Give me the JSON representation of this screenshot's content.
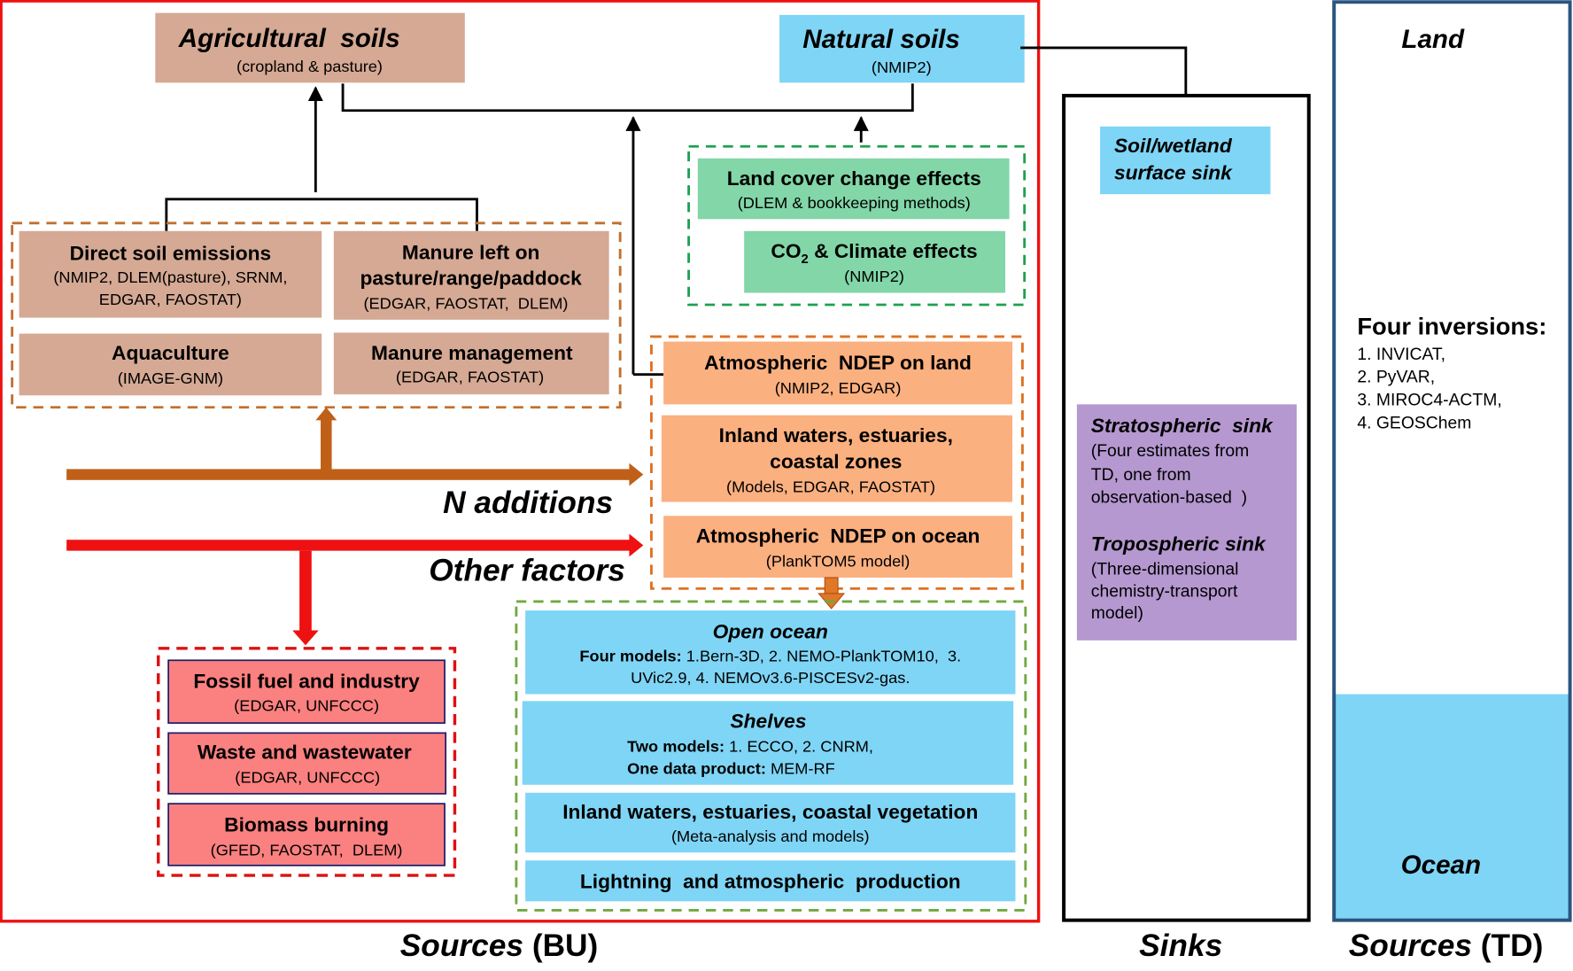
{
  "figure": {
    "panels": {
      "sources_bu": "Sources (BU)",
      "sinks": "Sinks",
      "sources_td_main": "Sources ",
      "sources_td_paren": "(TD)"
    },
    "top_boxes": {
      "agricultural_soils": {
        "title": "Agricultural  soils",
        "subtitle": "(cropland & pasture)"
      },
      "natural_soils": {
        "title": "Natural soils",
        "subtitle": "(NMIP2)"
      }
    },
    "agri_group": [
      {
        "title": "Direct soil emissions",
        "lines": [
          "(NMIP2, DLEM(pasture), SRNM,",
          "EDGAR, FAOSTAT)"
        ]
      },
      {
        "title": "Manure left on",
        "title2": "pasture/range/paddock",
        "lines": [
          "(EDGAR, FAOSTAT,  DLEM)"
        ]
      },
      {
        "title": "Aquaculture",
        "lines": [
          "(IMAGE-GNM)"
        ]
      },
      {
        "title": "Manure management",
        "lines": [
          "(EDGAR, FAOSTAT)"
        ]
      }
    ],
    "natural_group": [
      {
        "title": "Land cover change effects",
        "lines": [
          "(DLEM & bookkeeping methods)"
        ]
      },
      {
        "title_pre": "CO",
        "title_sub": "2",
        "title_post": " & Climate effects",
        "lines": [
          "(NMIP2)"
        ]
      }
    ],
    "ndep_group": [
      {
        "title": "Atmospheric  NDEP on land",
        "lines": [
          "(NMIP2, EDGAR)"
        ]
      },
      {
        "title": "Inland waters, estuaries,",
        "title2": "coastal zones",
        "lines": [
          "(Models, EDGAR, FAOSTAT)"
        ]
      },
      {
        "title": "Atmospheric  NDEP on ocean",
        "lines": [
          "(PlankTOM5 model)"
        ]
      }
    ],
    "flow_labels": {
      "n_additions": "N additions",
      "other_factors": "Other factors"
    },
    "other_group": [
      {
        "title": "Fossil fuel and industry",
        "lines": [
          "(EDGAR, UNFCCC)"
        ]
      },
      {
        "title": "Waste and wastewater",
        "lines": [
          "(EDGAR, UNFCCC)"
        ]
      },
      {
        "title": "Biomass burning",
        "lines": [
          "(GFED, FAOSTAT,  DLEM)"
        ]
      }
    ],
    "ocean_group": [
      {
        "title": "Open ocean",
        "line1_bold": "Four models:",
        "line1_rest": " 1.Bern-3D, 2. NEMO-PlankTOM10,  3.",
        "line2": "UVic2.9, 4. NEMOv3.6-PISCESv2-gas."
      },
      {
        "title": "Shelves",
        "line1_bold": "Two models:",
        "line1_rest": " 1. ECCO, 2. CNRM,",
        "line2_bold": "One data product:",
        "line2_rest": " MEM-RF"
      },
      {
        "title": "Inland waters, estuaries, coastal vegetation",
        "lines": [
          "(Meta-analysis and models)"
        ]
      },
      {
        "title": "Lightning  and atmospheric  production"
      }
    ],
    "sinks": {
      "soil_sink": {
        "line1": "Soil/wetland",
        "line2": "surface sink"
      },
      "strat": {
        "title": "Stratospheric  sink",
        "lines": [
          "(Four estimates from",
          "TD, one from",
          "observation-based  )"
        ]
      },
      "trop": {
        "title": "Tropospheric sink",
        "lines": [
          "(Three-dimensional",
          "chemistry-transport",
          "model)"
        ]
      }
    },
    "td": {
      "land": "Land",
      "ocean": "Ocean",
      "inversions_title": "Four inversions:",
      "inversions": [
        "1. INVICAT,",
        "2. PyVAR,",
        "3. MIROC4-ACTM,",
        "4. GEOSChem"
      ]
    },
    "colors": {
      "bu_border": "#ee1111",
      "agri_fill": "#d5a994",
      "natural_fill": "#7fd5f5",
      "green_fill": "#82d6a8",
      "ndep_fill": "#fbb080",
      "other_fill": "#fb8080",
      "sink_purple": "#b598d0",
      "td_border": "#2a5580",
      "arrow_brown": "#c06018",
      "arrow_red": "#ee1111",
      "arrow_orange": "#e07828",
      "dash_brown": "#c07030",
      "dash_green": "#20a050",
      "dash_orange": "#e07020",
      "dash_red": "#dd1111",
      "dash_olive": "#70a840"
    }
  }
}
